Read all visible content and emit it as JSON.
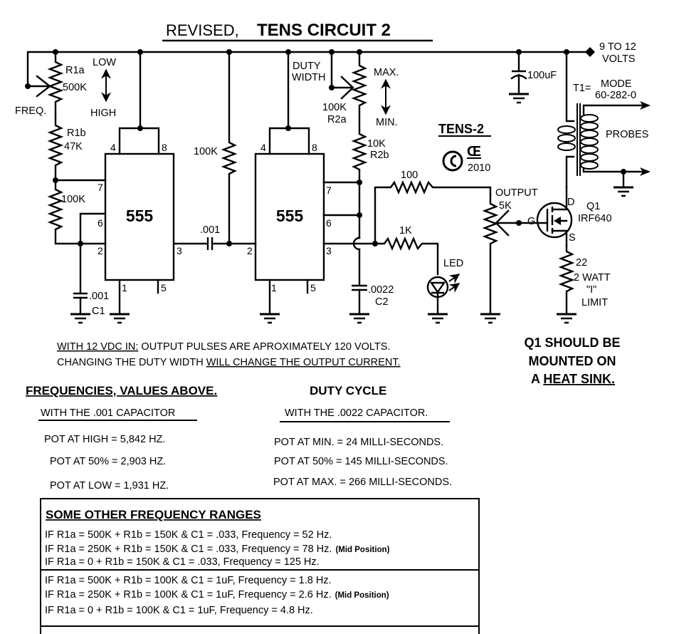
{
  "title": {
    "prefix": "REVISED,",
    "main": "TENS CIRCUIT 2"
  },
  "colors": {
    "ink": "#000000",
    "paper": "#ffffff"
  },
  "supply": {
    "label_line1": "9 TO 12",
    "label_line2": "VOLTS"
  },
  "components": {
    "r1a": {
      "name": "R1a",
      "value": "500K",
      "control": "FREQ."
    },
    "r1b": {
      "name": "R1b",
      "value": "47K"
    },
    "r_timing1": {
      "value": "100K"
    },
    "c1": {
      "name": "C1",
      "value": ".001"
    },
    "ic1": {
      "label": "555",
      "pins": {
        "p4": "4",
        "p8": "8",
        "p7": "7",
        "p6": "6",
        "p2": "2",
        "p3": "3",
        "p1": "1",
        "p5": "5"
      }
    },
    "c_couple": {
      "value": ".001"
    },
    "r_pullup": {
      "value": "100K"
    },
    "ic2": {
      "label": "555",
      "pins": {
        "p4": "4",
        "p8": "8",
        "p7": "7",
        "p6": "6",
        "p2": "2",
        "p3": "3",
        "p1": "1",
        "p5": "5"
      }
    },
    "r2a": {
      "name": "R2a",
      "value": "100K",
      "control_line1": "DUTY",
      "control_line2": "WIDTH"
    },
    "r2b": {
      "name": "R2b",
      "value": "10K"
    },
    "c2": {
      "name": "C2",
      "value": ".0022"
    },
    "r_gate": {
      "value": "100"
    },
    "r_led": {
      "value": "1K"
    },
    "led": {
      "label": "LED"
    },
    "pot_output": {
      "label": "OUTPUT",
      "value": "5K"
    },
    "q1": {
      "name": "Q1",
      "part": "IRF640",
      "drain": "D",
      "gate": "G",
      "source": "S"
    },
    "r_limit": {
      "value": "22",
      "rating": "2 WATT",
      "note_line1": "\"I\"",
      "note_line2": "LIMIT"
    },
    "c_bulk": {
      "value": "100uF"
    },
    "t1": {
      "prefix": "T1=",
      "part_line1": "MODE",
      "part_line2": "60-282-0",
      "output_label": "PROBES"
    }
  },
  "freq_arrow": {
    "top": "LOW",
    "bottom": "HIGH"
  },
  "duty_arrow": {
    "top": "MAX.",
    "bottom": "MIN."
  },
  "badge": {
    "name": "TENS-2",
    "mark": "Œ",
    "year": "2010",
    "copyright": "©"
  },
  "notes": {
    "line1_underlined": "WITH 12 VDC IN:",
    "line1_rest": " OUTPUT PULSES ARE APROXIMATELY 120 VOLTS.",
    "line2_plain": "CHANGING THE DUTY WIDTH ",
    "line2_underlined": "WILL CHANGE THE OUTPUT CURRENT."
  },
  "heatsink_note": {
    "line1": "Q1 SHOULD BE",
    "line2": "MOUNTED ON",
    "line3_prefix": "A ",
    "line3_underlined": "HEAT SINK."
  },
  "frequencies": {
    "heading": "FREQUENCIES, VALUES ABOVE.",
    "subheading": "WITH THE .001 CAPACITOR",
    "rows": [
      "POT AT HIGH = 5,842 HZ.",
      "POT AT 50% = 2,903 HZ.",
      "POT AT LOW = 1,931 HZ."
    ]
  },
  "duty_cycle": {
    "heading": "DUTY CYCLE",
    "subheading": "WITH THE .0022 CAPACITOR.",
    "rows": [
      "POT AT MIN. = 24 MILLI-SECONDS.",
      "POT AT 50% = 145 MILLI-SECONDS.",
      "POT AT MAX. = 266 MILLI-SECONDS."
    ]
  },
  "other_ranges": {
    "heading": "SOME OTHER FREQUENCY RANGES",
    "group1": [
      {
        "text": "IF R1a = 500K + R1b = 150K & C1 = .033, Frequency = 52 Hz.",
        "note": ""
      },
      {
        "text": "IF R1a = 250K + R1b = 150K & C1 = .033, Frequency = 78 Hz.",
        "note": "(Mid Position)"
      },
      {
        "text": "IF R1a = 0 + R1b = 150K & C1 = .033, Frequency = 125 Hz.",
        "note": ""
      }
    ],
    "group2": [
      {
        "text": "IF R1a = 500K + R1b = 100K & C1 = 1uF, Frequency = 1.8 Hz.",
        "note": ""
      },
      {
        "text": "IF R1a = 250K + R1b = 100K & C1 = 1uF, Frequency = 2.6 Hz.",
        "note": "(Mid Position)"
      },
      {
        "text": "IF R1a = 0 + R1b = 100K & C1 = 1uF, Frequency = 4.8 Hz.",
        "note": ""
      }
    ]
  }
}
